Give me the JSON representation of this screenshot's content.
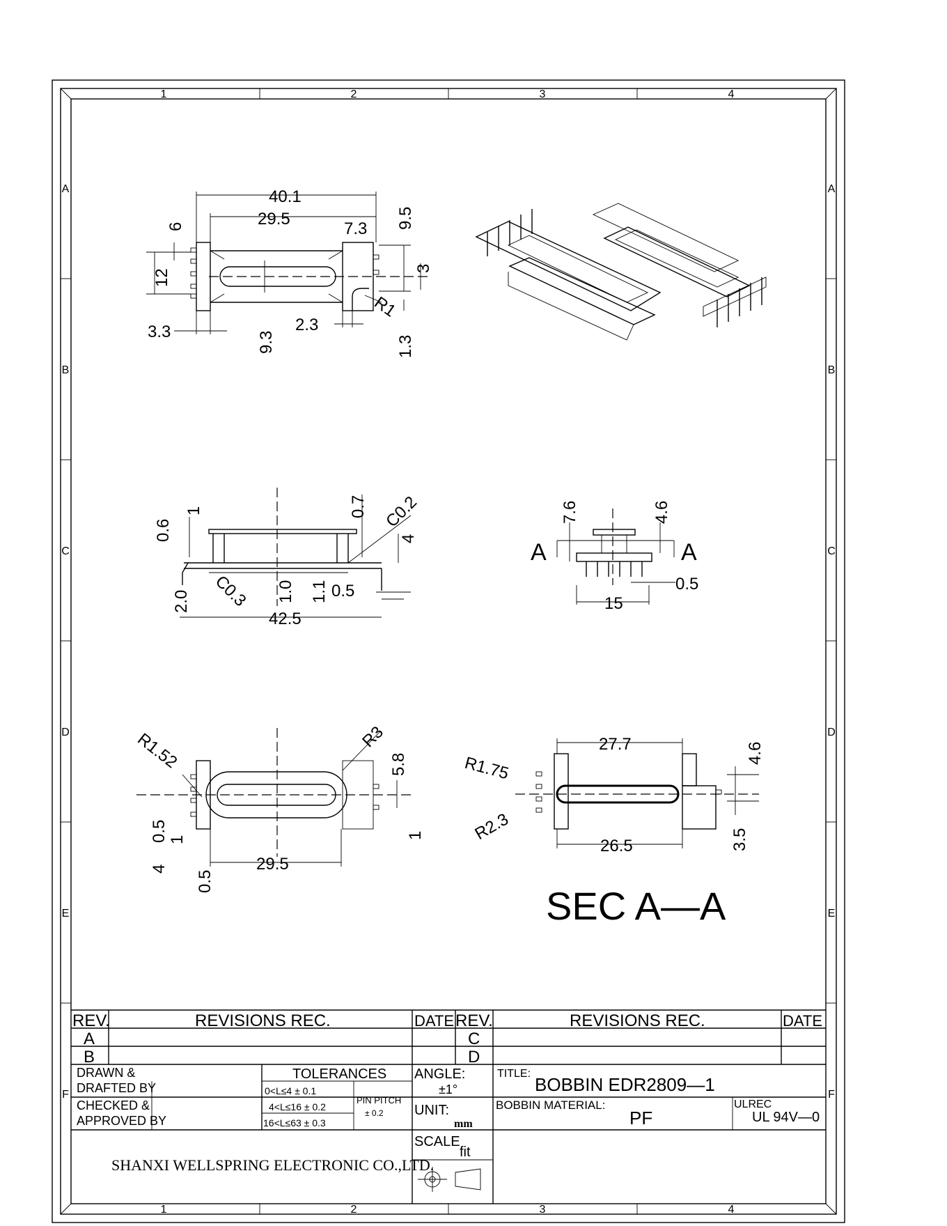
{
  "frame": {
    "columns": [
      "1",
      "2",
      "3",
      "4"
    ],
    "rows": [
      "A",
      "B",
      "C",
      "D",
      "E",
      "F"
    ]
  },
  "views": {
    "top": {
      "dims": [
        "40.1",
        "29.5",
        "7.3",
        "9.5",
        "6",
        "12",
        "3",
        "3.3",
        "9.3",
        "2.3",
        "R1",
        "1.3"
      ]
    },
    "side": {
      "dims": [
        "0.6",
        "1",
        "0.7",
        "C0.2",
        "4",
        "2.0",
        "C0.3",
        "1.0",
        "1.1",
        "0.5",
        "42.5"
      ]
    },
    "end": {
      "dims": [
        "7.6",
        "4.6",
        "A",
        "A",
        "0.5",
        "15"
      ]
    },
    "bottom": {
      "dims": [
        "R1.52",
        "R3",
        "5.8",
        "4",
        "0.5",
        "1",
        "0.5",
        "29.5",
        "1"
      ]
    },
    "section": {
      "dims": [
        "27.7",
        "4.6",
        "R1.75",
        "R2.3",
        "26.5",
        "3.5"
      ],
      "label": "SEC  A—A"
    }
  },
  "title_block": {
    "rev_header": "REV.",
    "revisions_header": "REVISIONS REC.",
    "date_header": "DATE",
    "rev_a": "A",
    "rev_b": "B",
    "rev_c": "C",
    "rev_d": "D",
    "drawn_1": "DRAWN  &",
    "drawn_2": "DRAFTED BY",
    "checked_1": "CHECKED  &",
    "checked_2": "APPROVED BY",
    "tolerances": "TOLERANCES",
    "tol_1": "0<L≤4  ± 0.1",
    "tol_2": "4<L≤16 ± 0.2",
    "tol_3": "16<L≤63 ± 0.3",
    "pin_pitch": "PIN PITCH",
    "pin_pitch_tol": "± 0.2",
    "angle_label": "ANGLE:",
    "angle_value": "±1°",
    "unit_label": "UNIT:",
    "unit_value": "mm",
    "scale_label": "SCALE",
    "scale_value": "fit",
    "title_label": "TITLE:",
    "title_value": "BOBBIN  EDR2809—1",
    "material_label": "BOBBIN MATERIAL:",
    "material_value": "PF",
    "ulrec_label": "ULREC",
    "ulrec_value": "UL 94V—0",
    "company": "SHANXI WELLSPRING ELECTRONIC CO.,LTD."
  }
}
